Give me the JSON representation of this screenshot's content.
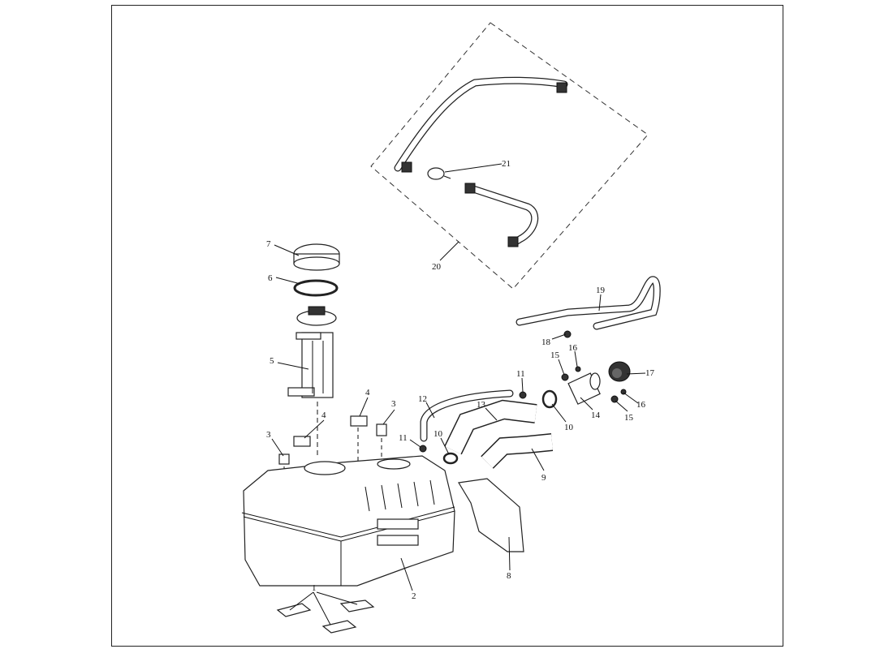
{
  "diagram": {
    "type": "exploded-parts-diagram",
    "callouts": {
      "c1": "1",
      "c2": "2",
      "c3a": "3",
      "c3b": "3",
      "c4a": "4",
      "c4b": "4",
      "c5": "5",
      "c6": "6",
      "c7": "7",
      "c8": "8",
      "c9": "9",
      "c10a": "10",
      "c10b": "10",
      "c11a": "11",
      "c11b": "11",
      "c12": "12",
      "c13": "13",
      "c14": "14",
      "c15a": "15",
      "c15b": "15",
      "c16a": "16",
      "c16b": "16",
      "c17": "17",
      "c18": "18",
      "c19": "19",
      "c20": "20",
      "c21": "21"
    }
  }
}
